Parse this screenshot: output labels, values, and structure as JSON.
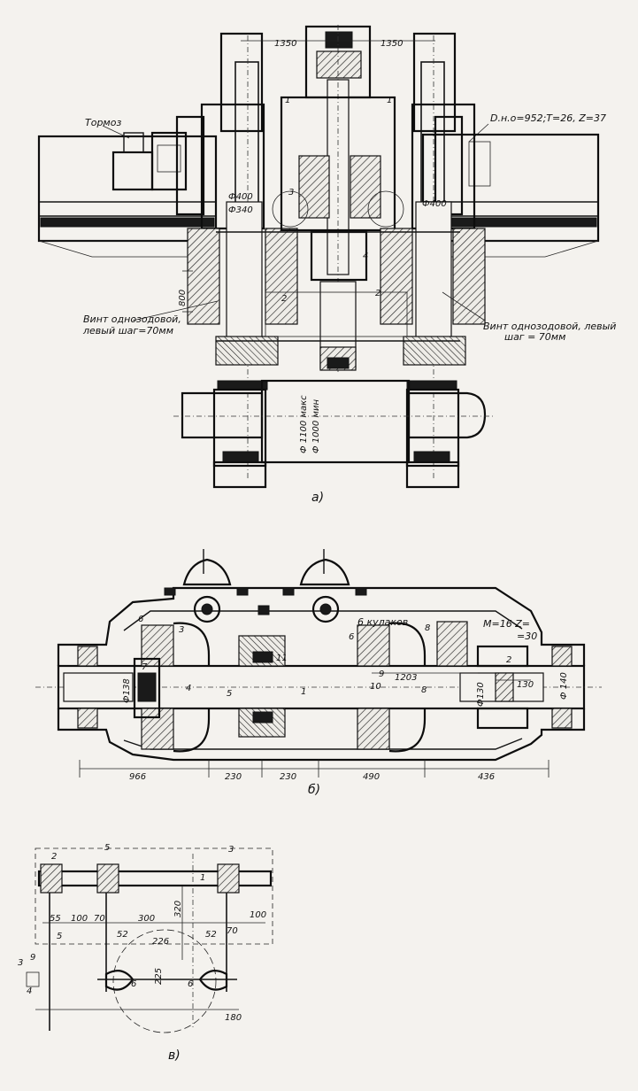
{
  "view_a": {
    "caption": "а)",
    "labels": {
      "brake": "Тормоз",
      "gear": "D.н.о=952;T=26, Z=37",
      "dist_left": "1350",
      "dist_right": "1350",
      "d400_left": "Ф400",
      "d340": "Ф340",
      "d400_right": "Ф400",
      "height": "800",
      "screw_left_1": "Винт однозодовой,",
      "screw_left_2": "левый шаг=70мм",
      "screw_right_1": "Винт однозодовой, левый",
      "screw_right_2": "шаг = 70мм",
      "roll_max": "Ф 1100 макс",
      "roll_min": "Ф 1000 мин",
      "n1": "1",
      "n2": "2",
      "n2b": "2",
      "n3": "3",
      "n4": "4",
      "n1b": "1"
    }
  },
  "view_b": {
    "caption": "б)",
    "labels": {
      "cams": "6 кулаков",
      "module": "M=16 Z=",
      "module2": "=30",
      "d138": "Ф138",
      "d130": "Ф130",
      "d140": "Ф 140",
      "len1203": "1203",
      "len130": "130",
      "n1": "1",
      "n2": "2",
      "n3": "3",
      "n4": "4",
      "n5": "5",
      "n6": "6",
      "n7": "7",
      "n8": "8",
      "n9": "9",
      "n10": "10",
      "n11": "11",
      "n6b": "6",
      "n8b": "8"
    },
    "dims": [
      "966",
      "230",
      "230",
      "490",
      "436"
    ]
  },
  "view_c": {
    "caption": "в)",
    "labels": {
      "n2": "2",
      "n5": "5",
      "n3": "3",
      "n1": "1",
      "n5b": "5",
      "n6": "6",
      "n6b": "6",
      "n3b": "3",
      "n9": "9",
      "n4": "4",
      "d320": "320",
      "d55": "55",
      "d100a": "100",
      "d70a": "70",
      "d300": "300",
      "d52a": "52",
      "d226": "226",
      "d52b": "52",
      "d70b": "70",
      "d100b": "100",
      "d225": "225",
      "d180": "180"
    }
  }
}
